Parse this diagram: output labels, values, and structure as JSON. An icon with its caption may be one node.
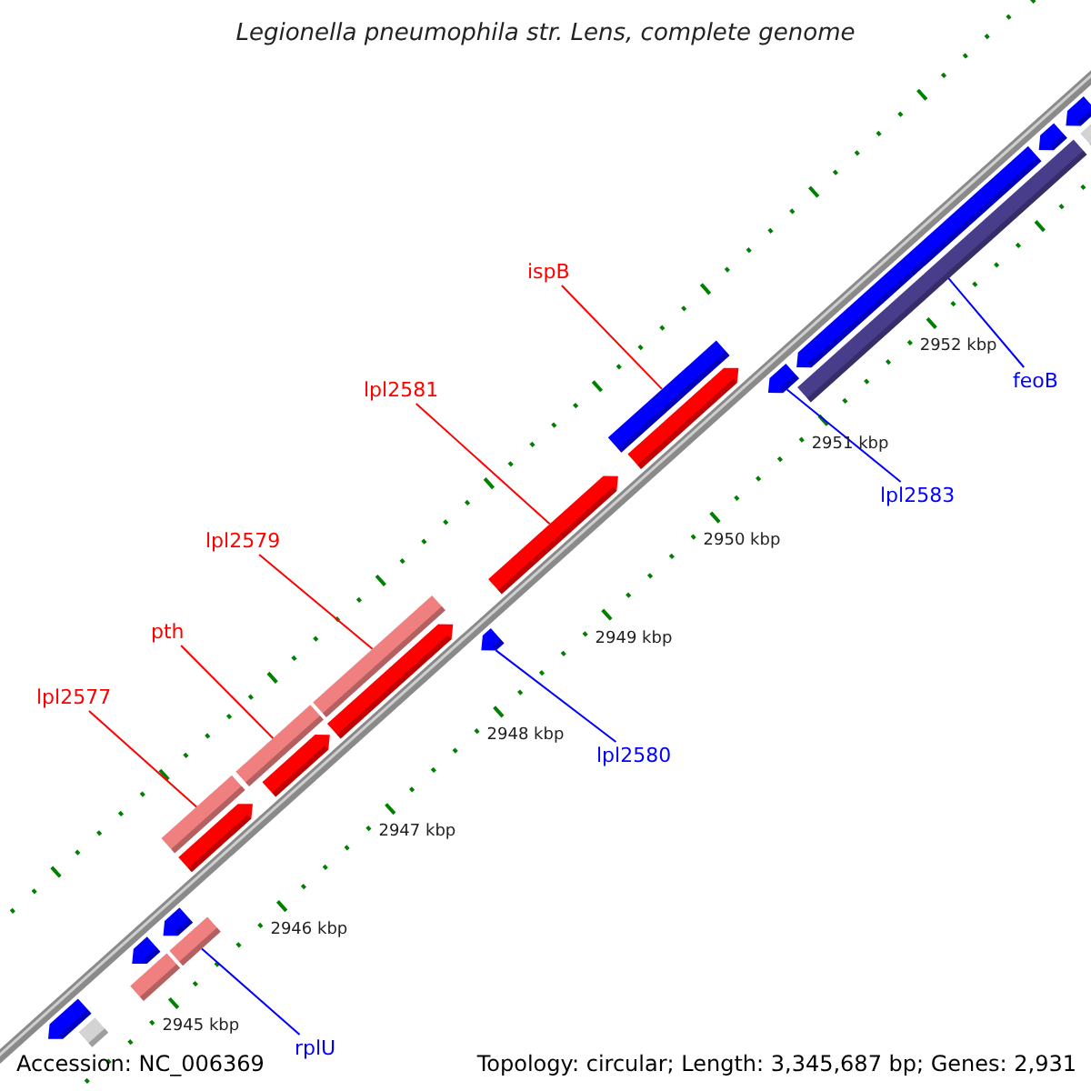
{
  "diagram": {
    "title": "Legionella pneumophila str. Lens, complete genome",
    "nodes": [
      {
        "text": [
          "ispB"
        ]
      },
      {
        "text": [],
        "shape": "bar"
      },
      {
        "text": [
          "feoB"
        ]
      },
      {
        "text": [],
        "shape": "bar"
      },
      {
        "text": [
          "lpl2581"
        ]
      },
      {
        "text": [],
        "shape": "arrow"
      },
      {
        "text": [
          "lpl2583"
        ]
      },
      {
        "text": [],
        "shape": "arrow"
      },
      {
        "text": [
          "lpl2579"
        ]
      },
      {
        "text": [],
        "shape": "bar"
      },
      {
        "text": [
          "pth"
        ]
      },
      {
        "text": [],
        "shape": "bar"
      },
      {
        "text": [
          "lpl2580"
        ]
      },
      {
        "text": [],
        "shape": "arrow"
      },
      {
        "text": [
          "lpl2577"
        ]
      },
      {
        "text": [],
        "shape": "bar"
      },
      {
        "text": [
          "rplU"
        ]
      },
      {
        "text": [],
        "shape": "bar"
      },
      {
        "text": [],
        "shape": "arrow"
      },
      {
        "text": [],
        "shape": "bar"
      },
      {
        "text": [],
        "shape": "bar"
      },
      {
        "text": [],
        "shape": "arrow"
      },
      {
        "text": [],
        "shape": "arrow"
      },
      {
        "text": [],
        "shape": "arrow"
      },
      {
        "text": [],
        "shape": "arrow"
      },
      {
        "text": [],
        "shape": "arrow"
      },
      {
        "text": [],
        "shape": "arrow"
      },
      {
        "text": [],
        "shape": "arrow"
      },
      {
        "text": [],
        "shape": "arrow"
      },
      {
        "text": [],
        "shape": "arrow"
      },
      {
        "text": [],
        "shape": "bar"
      }
    ],
    "edges": [
      {
        "from": 0,
        "to": 1,
        "arrow": "none"
      },
      {
        "from": 2,
        "to": 3,
        "arrow": "none",
        "color": "#0000ff"
      },
      {
        "from": 4,
        "to": 5,
        "arrow": "none"
      },
      {
        "from": 6,
        "to": 7,
        "arrow": "none",
        "color": "#0000ff"
      },
      {
        "from": 8,
        "to": 9,
        "arrow": "none"
      },
      {
        "from": 10,
        "to": 11,
        "arrow": "none"
      },
      {
        "from": 12,
        "to": 13,
        "arrow": "none",
        "color": "#0000ff"
      },
      {
        "from": 14,
        "to": 15,
        "arrow": "none"
      },
      {
        "from": 16,
        "to": 17,
        "arrow": "none",
        "color": "#0000ff"
      }
    ],
    "labels": [
      "2952 kbp",
      "2951 kbp",
      "2950 kbp",
      "2949 kbp",
      "2948 kbp",
      "2947 kbp",
      "2946 kbp",
      "2945 kbp",
      "Accession: NC_006369",
      "Topology: circular; Length: 3,345,687 bp; Genes: 2,931"
    ]
  }
}
